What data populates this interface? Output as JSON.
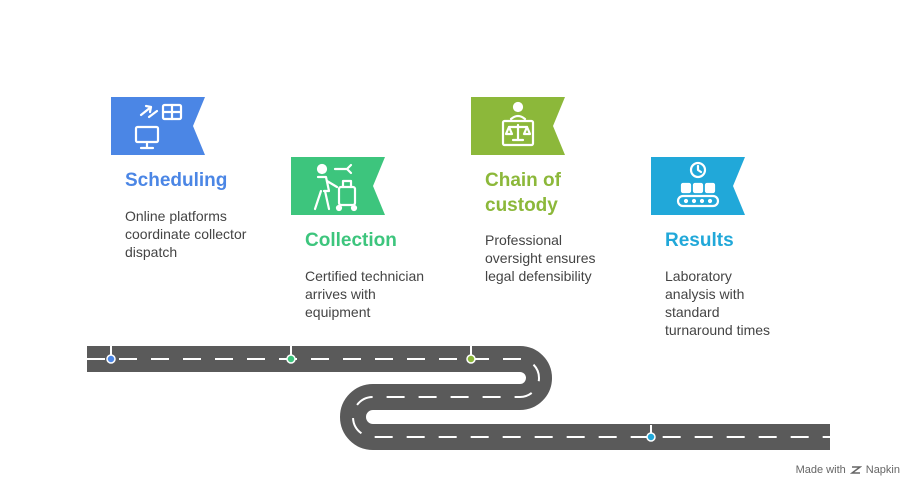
{
  "steps": [
    {
      "title": "Scheduling",
      "description": "Online platforms coordinate collector dispatch",
      "color": "#4B86E5",
      "icon": "scheduling-monitor-icon"
    },
    {
      "title": "Collection",
      "description": "Certified technician arrives with equipment",
      "color": "#3DC57D",
      "icon": "technician-equipment-icon"
    },
    {
      "title": "Chain of custody",
      "description": "Professional oversight ensures legal defensibility",
      "color": "#8CB83A",
      "icon": "judge-scales-icon"
    },
    {
      "title": "Results",
      "description": "Laboratory analysis with standard turnaround times",
      "color": "#21A8D9",
      "icon": "lab-clock-icon"
    }
  ],
  "road": {
    "color": "#5A5A5A",
    "dash_color": "#FFFFFF"
  },
  "footer": {
    "made_with": "Made with",
    "brand": "Napkin"
  }
}
